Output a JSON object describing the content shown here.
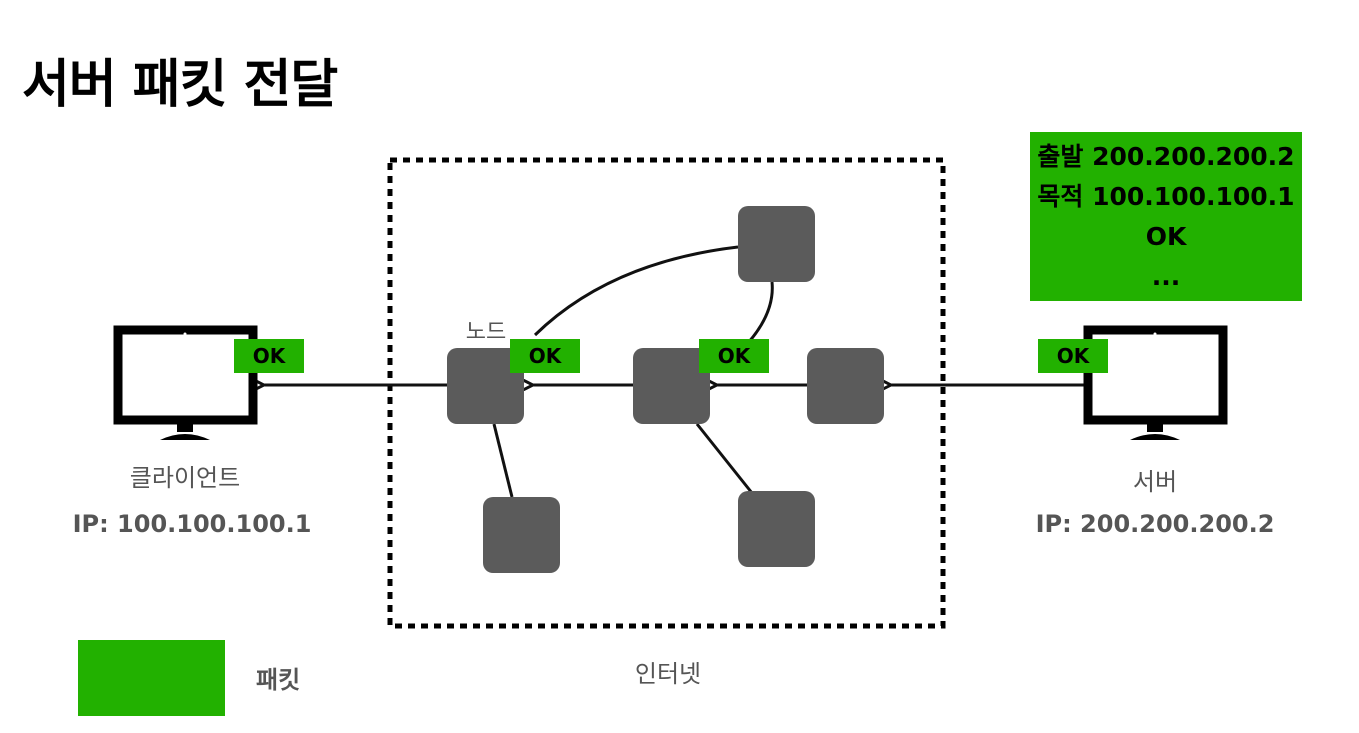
{
  "title": "서버 패킷 전달",
  "client": {
    "label": "클라이언트",
    "ip": "IP: 100.100.100.1"
  },
  "server": {
    "label": "서버",
    "ip": "IP: 200.200.200.2"
  },
  "internet": {
    "label": "인터넷",
    "node_label": "노드"
  },
  "packet": {
    "tag": "OK",
    "header": {
      "source": "출발 200.200.200.2",
      "destination": "목적 100.100.100.1",
      "payload": "OK",
      "more": "..."
    }
  },
  "legend": {
    "label": "패킷"
  },
  "colors": {
    "packet": "#22b100",
    "node": "#5b5b5b",
    "caption": "#555555"
  },
  "icons": {
    "client": "monitor-icon",
    "server": "monitor-icon"
  }
}
